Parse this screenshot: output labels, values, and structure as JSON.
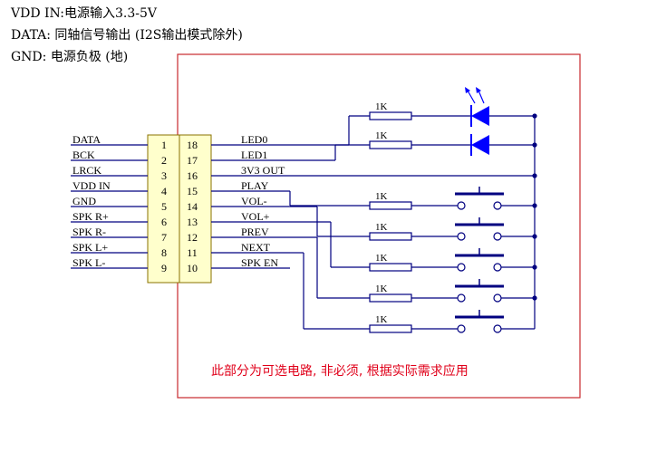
{
  "notes": [
    "VDD IN:电源输入3.3-5V",
    "DATA: 同轴信号输出 (I2S输出模式除外)",
    "GND: 电源负极 (地)"
  ],
  "connector": {
    "left_numbers": [
      "1",
      "2",
      "3",
      "4",
      "5",
      "6",
      "7",
      "8",
      "9"
    ],
    "right_numbers": [
      "18",
      "17",
      "16",
      "15",
      "14",
      "13",
      "12",
      "11",
      "10"
    ],
    "left_labels": [
      "DATA",
      "BCK",
      "LRCK",
      "VDD IN",
      "GND",
      "SPK R+",
      "SPK R-",
      "SPK L+",
      "SPK L-"
    ],
    "right_labels": [
      "LED0",
      "LED1",
      "3V3 OUT",
      "PLAY",
      "VOL-",
      "VOL+",
      "PREV",
      "NEXT",
      "SPK EN"
    ]
  },
  "resistor_label": "1K",
  "optional_box_caption": "此部分为可选电路, 非必须, 根据实际需求应用",
  "colors": {
    "wire": "#000080",
    "box": "#c8282d",
    "caption": "#e0001a",
    "connector_fill": "#ffffcc",
    "component": "#0000ff"
  }
}
